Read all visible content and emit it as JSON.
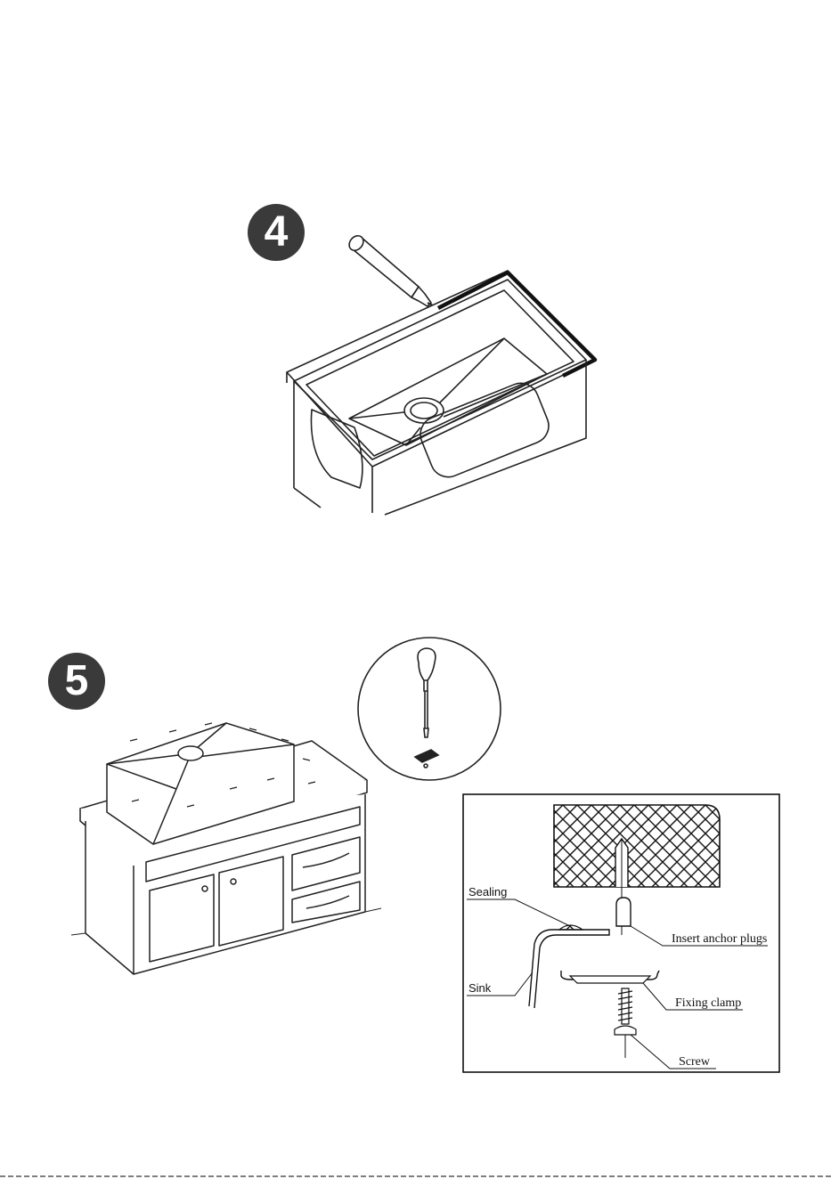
{
  "steps": [
    {
      "number": "4"
    },
    {
      "number": "5"
    }
  ],
  "detail_labels": {
    "sealing": "Sealing",
    "sink": "Sink",
    "insert_anchor_plugs": "Insert anchor plugs",
    "fixing_clamp": "Fixing clamp",
    "screw": "Screw"
  }
}
